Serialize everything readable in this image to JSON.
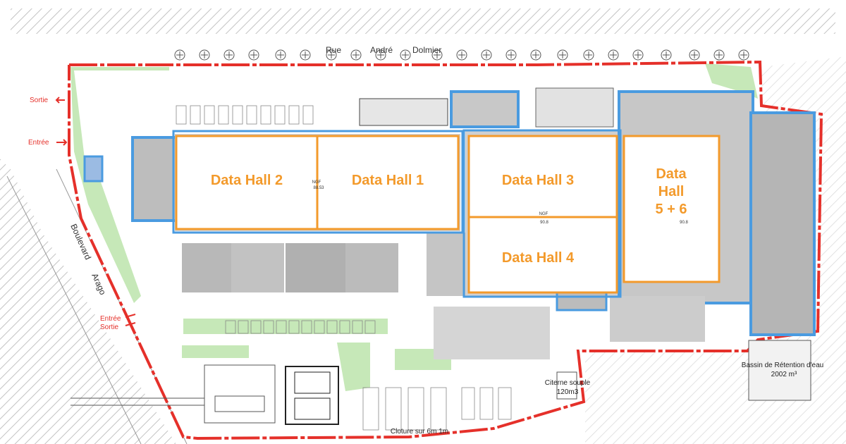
{
  "street": {
    "word1": "Rue",
    "word2": "André",
    "word3": "Dolmier"
  },
  "boulevard": {
    "word1": "Boulevard",
    "word2": "Arago"
  },
  "signs": {
    "exit_top": "Sortie",
    "entry_top": "Entrée",
    "entry_bottom": "Entrée",
    "exit_bottom": "Sortie"
  },
  "halls": {
    "h2": "Data Hall 2",
    "h1": "Data Hall 1",
    "h3": "Data Hall 3",
    "h4": "Data Hall 4",
    "h56_line1": "Data",
    "h56_line2": "Hall",
    "h56_line3": "5 + 6"
  },
  "levels": {
    "hall_2_1": {
      "tag": "NGF",
      "value": "88.53"
    },
    "hall_3_4": {
      "tag": "NGF",
      "value": "90.8"
    },
    "hall_56": {
      "value": "90.8"
    }
  },
  "basin": {
    "line1": "Bassin de Rétention d'eau",
    "line2": "2002 m³"
  },
  "cistern": {
    "line1": "Citerne souple",
    "line2": "120m3"
  },
  "fence": {
    "label": "Cloture sur 6m 1m"
  },
  "colors": {
    "site_boundary": "#e5302a",
    "building_outline": "#4a9be0",
    "hall_outline": "#f39a2b",
    "hall_text": "#f39a2b",
    "green_area": "#c6e8b8",
    "hatch": "#bbbbbb"
  }
}
